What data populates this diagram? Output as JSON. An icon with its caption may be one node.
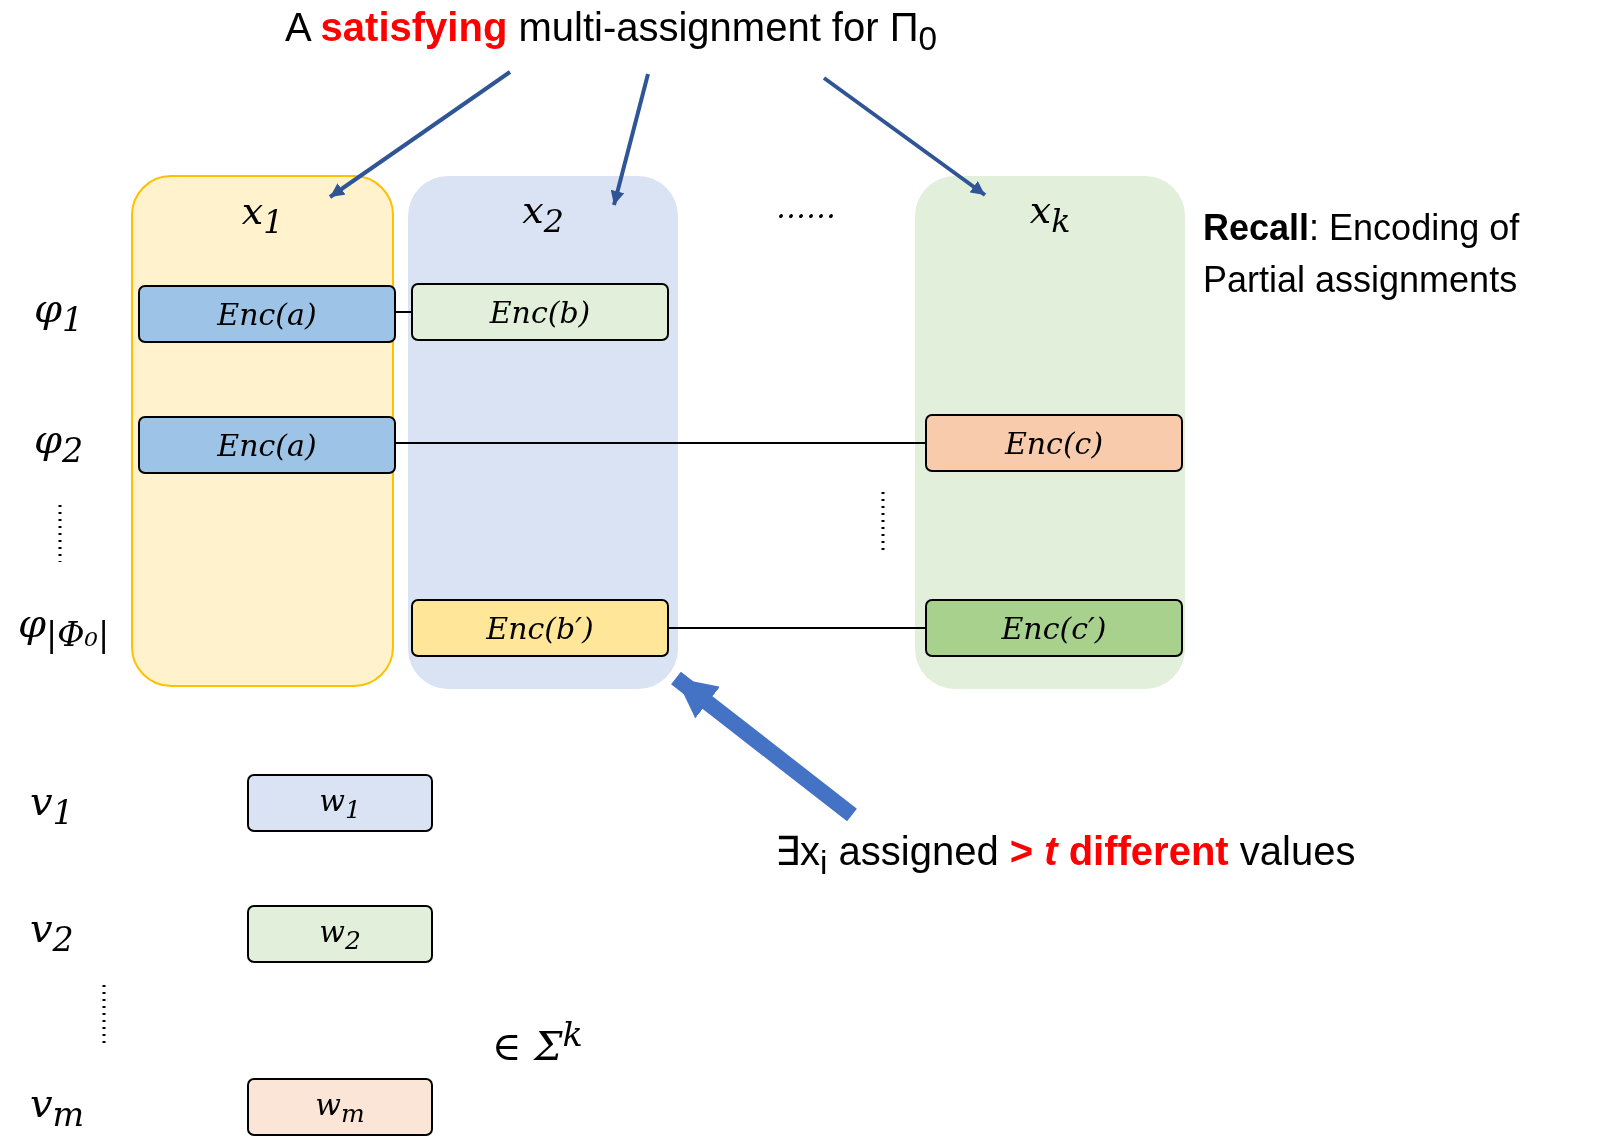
{
  "diagram": {
    "nodes": [
      {
        "text": [
          "A **satisfying** multi-assignment for Π$_{0}$"
        ]
      },
      {
        "text": [
          "x$_{1}$"
        ]
      },
      {
        "text": [
          "x$_{2}$"
        ]
      },
      {
        "text": [
          "x$_{k}$"
        ]
      },
      {
        "text": [
          "Enc(a)"
        ],
        "in": 1
      },
      {
        "text": [
          "Enc(b)"
        ],
        "in": 2
      },
      {
        "text": [
          "Enc(a)"
        ],
        "in": 1
      },
      {
        "text": [
          "Enc(c)"
        ],
        "in": 3
      },
      {
        "text": [
          "Enc(b′)"
        ],
        "in": 2
      },
      {
        "text": [
          "Enc(c′)"
        ],
        "in": 3
      },
      {
        "text": [
          "w$_{1}$"
        ]
      },
      {
        "text": [
          "w$_{2}$"
        ]
      },
      {
        "text": [
          "w$_{m}$"
        ]
      },
      {
        "text": [
          "∃x$_{i}$ assigned **> *t* different** values"
        ]
      }
    ],
    "edges": [
      {
        "from": 0,
        "to": 1,
        "arrow": "to",
        "color": "#2f5597"
      },
      {
        "from": 0,
        "to": 2,
        "arrow": "to",
        "color": "#2f5597"
      },
      {
        "from": 0,
        "to": 3,
        "arrow": "to",
        "color": "#2f5597"
      },
      {
        "from": 4,
        "to": 5,
        "arrow": "none",
        "color": "#000000"
      },
      {
        "from": 6,
        "to": 7,
        "arrow": "none",
        "color": "#000000"
      },
      {
        "from": 8,
        "to": 9,
        "arrow": "none",
        "color": "#000000"
      },
      {
        "from": 13,
        "to": 2,
        "arrow": "to",
        "style": "thick",
        "color": "#4472c4"
      }
    ],
    "labels": [
      "……",
      "**Recall**: Encoding of Partial assignments",
      "φ$_{1}$",
      "φ$_{2}$",
      "φ$_{|Φ₀|}$",
      "v$_{1}$",
      "v$_{2}$",
      "v$_{m}$",
      "∈ Σ$^{k}$"
    ]
  }
}
